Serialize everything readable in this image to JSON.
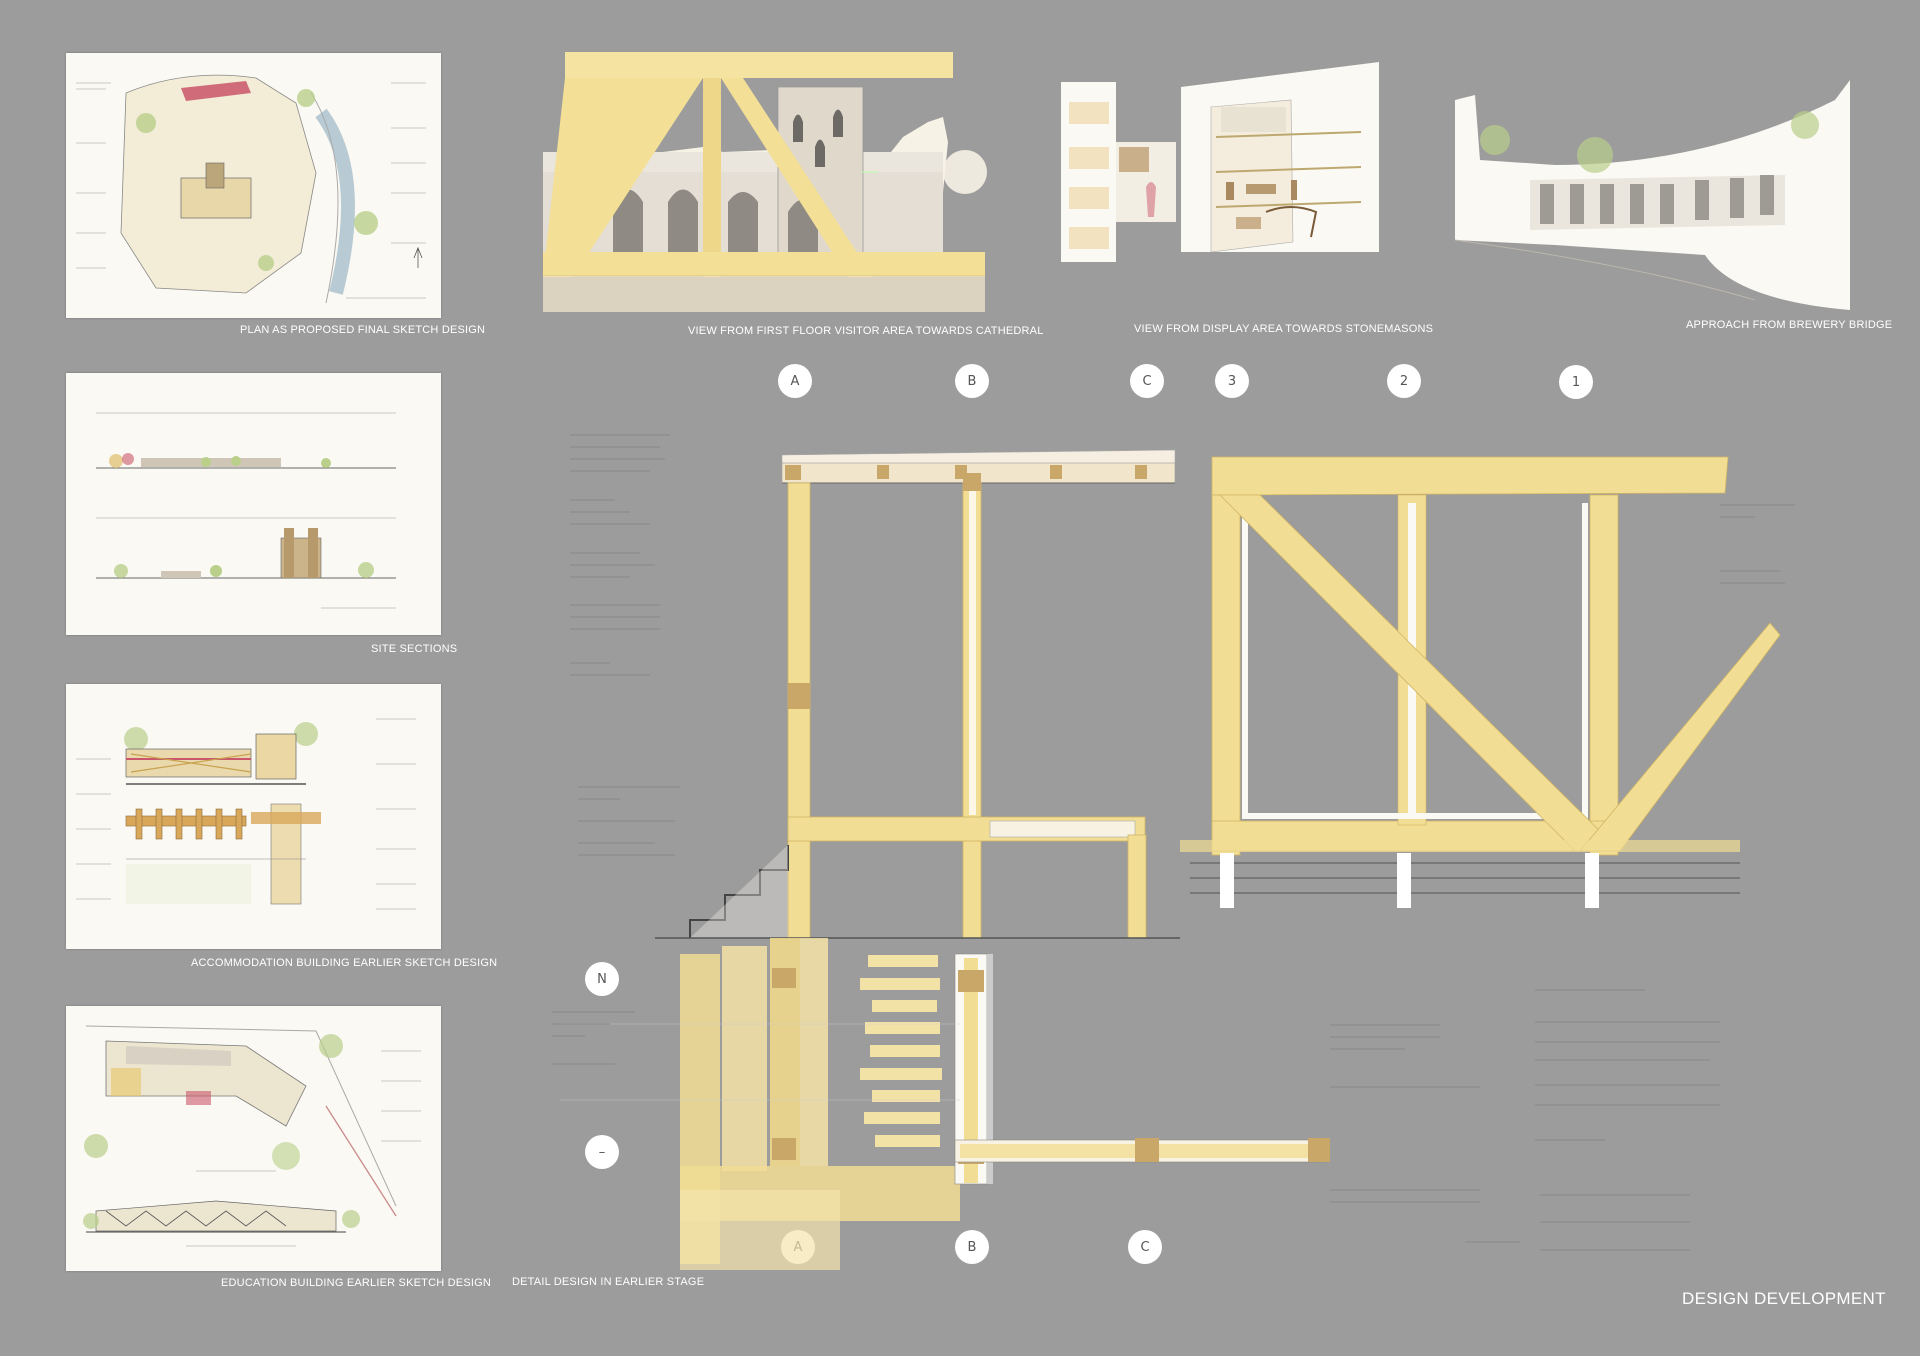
{
  "board": {
    "title": "DESIGN DEVELOPMENT",
    "colors": {
      "background": "#9c9c9c",
      "timber": "#f1dd94",
      "timber_dark": "#d8b95e",
      "paper": "#fbf9f3"
    }
  },
  "captions": {
    "plan": "PLAN AS PROPOSED FINAL SKETCH DESIGN",
    "site_sections": "SITE SECTIONS",
    "accommodation": "ACCOMMODATION BUILDING EARLIER SKETCH DESIGN",
    "education": "EDUCATION BUILDING EARLIER SKETCH DESIGN",
    "view_cathedral": "VIEW FROM FIRST FLOOR VISITOR AREA TOWARDS CATHEDRAL",
    "view_stonemasons": "VIEW FROM DISPLAY AREA TOWARDS STONEMASONS",
    "approach": "APPROACH FROM BREWERY BRIDGE",
    "detail": "DETAIL DESIGN IN EARLIER STAGE"
  },
  "grid_markers": {
    "top_a": "A",
    "top_b": "B",
    "top_c": "C",
    "top_3": "3",
    "top_2": "2",
    "top_1": "1",
    "north": "N",
    "bottom_a": "A",
    "bottom_b": "B",
    "bottom_c": "C"
  },
  "icons": {
    "north_arrow": "north-arrow-icon",
    "minus_marker": "minus-icon"
  }
}
